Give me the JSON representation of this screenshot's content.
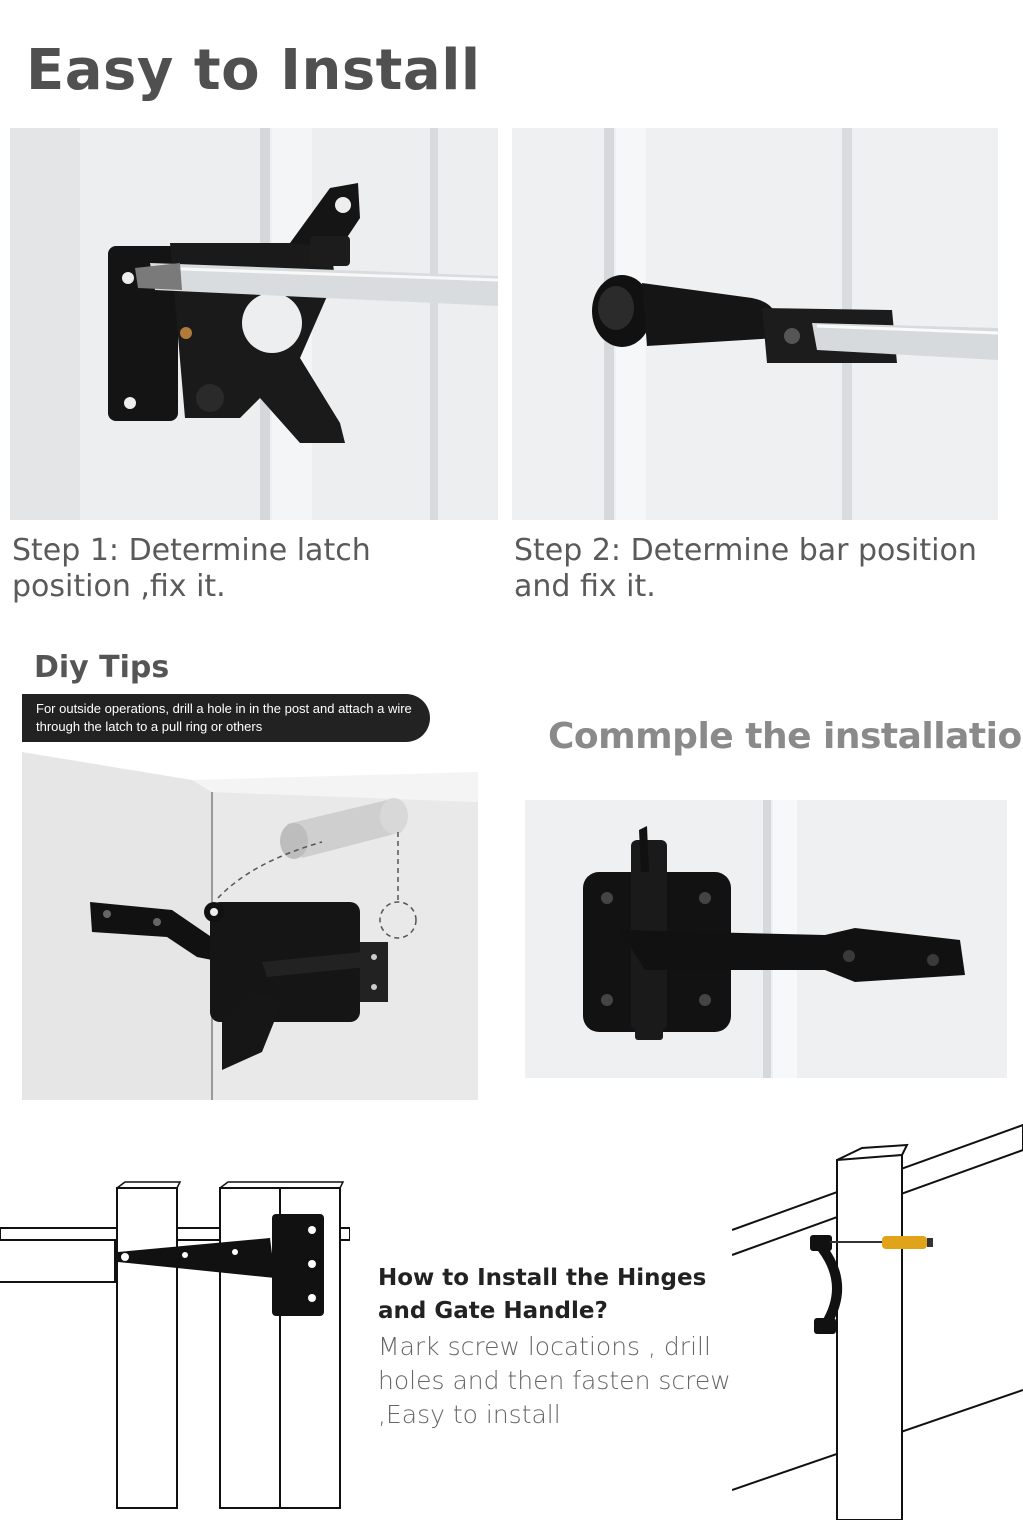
{
  "heading": "Easy to Install",
  "steps": [
    {
      "text": "Step 1: Determine latch position ,fix it."
    },
    {
      "text": "Step 2: Determine bar position and fix it."
    }
  ],
  "diy": {
    "title": "Diy Tips",
    "tip": "For outside operations, drill a hole in in the post and attach a wire through the latch to a pull ring or others"
  },
  "complete": {
    "title": "Commple the installation"
  },
  "hinges": {
    "title": "How to Install the Hinges and Gate Handle?",
    "description": "Mark screw locations , drill holes and then fasten screw ,Easy to install"
  },
  "colors": {
    "hardware": "#111111",
    "background": "#ffffff",
    "heading": "#505050",
    "screwdriver_handle": "#e0a31a"
  }
}
